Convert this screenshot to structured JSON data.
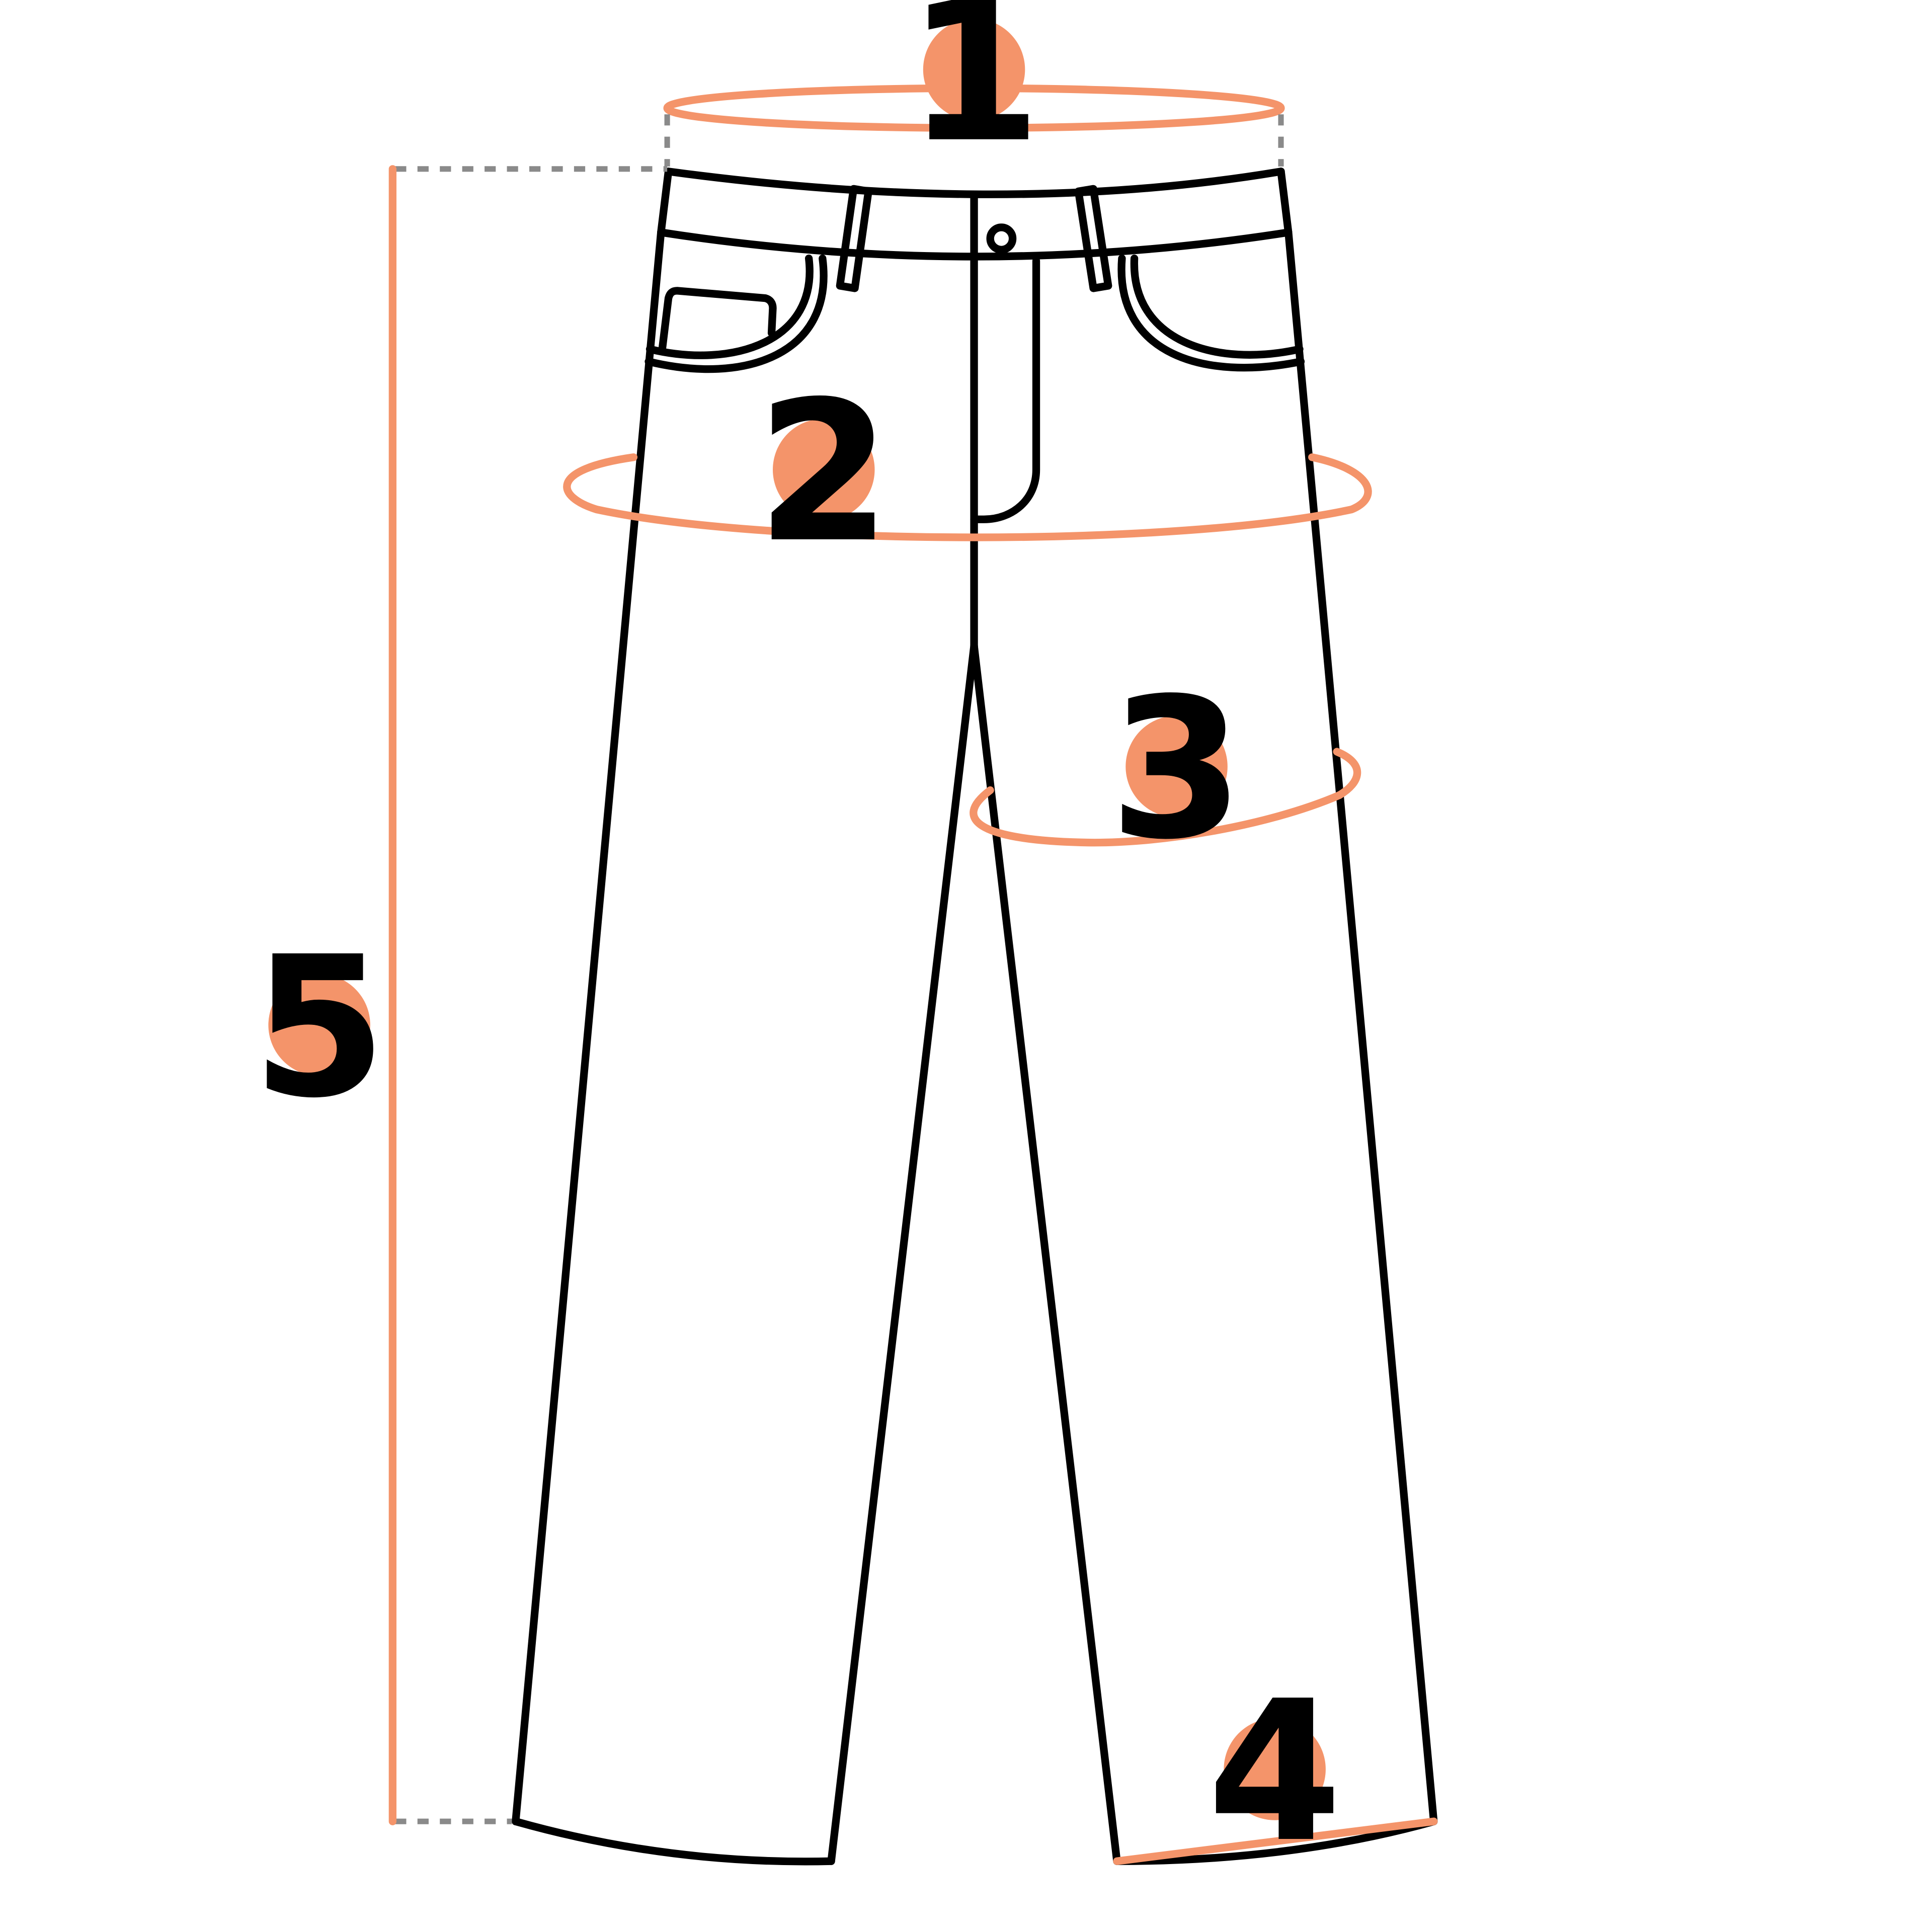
{
  "colors": {
    "accent": "#f4946a",
    "outline": "#000000",
    "guide": "#8a8a8a",
    "background": "#ffffff"
  },
  "badges": [
    {
      "label": "1"
    },
    {
      "label": "2"
    },
    {
      "label": "3"
    },
    {
      "label": "4"
    },
    {
      "label": "5"
    }
  ]
}
